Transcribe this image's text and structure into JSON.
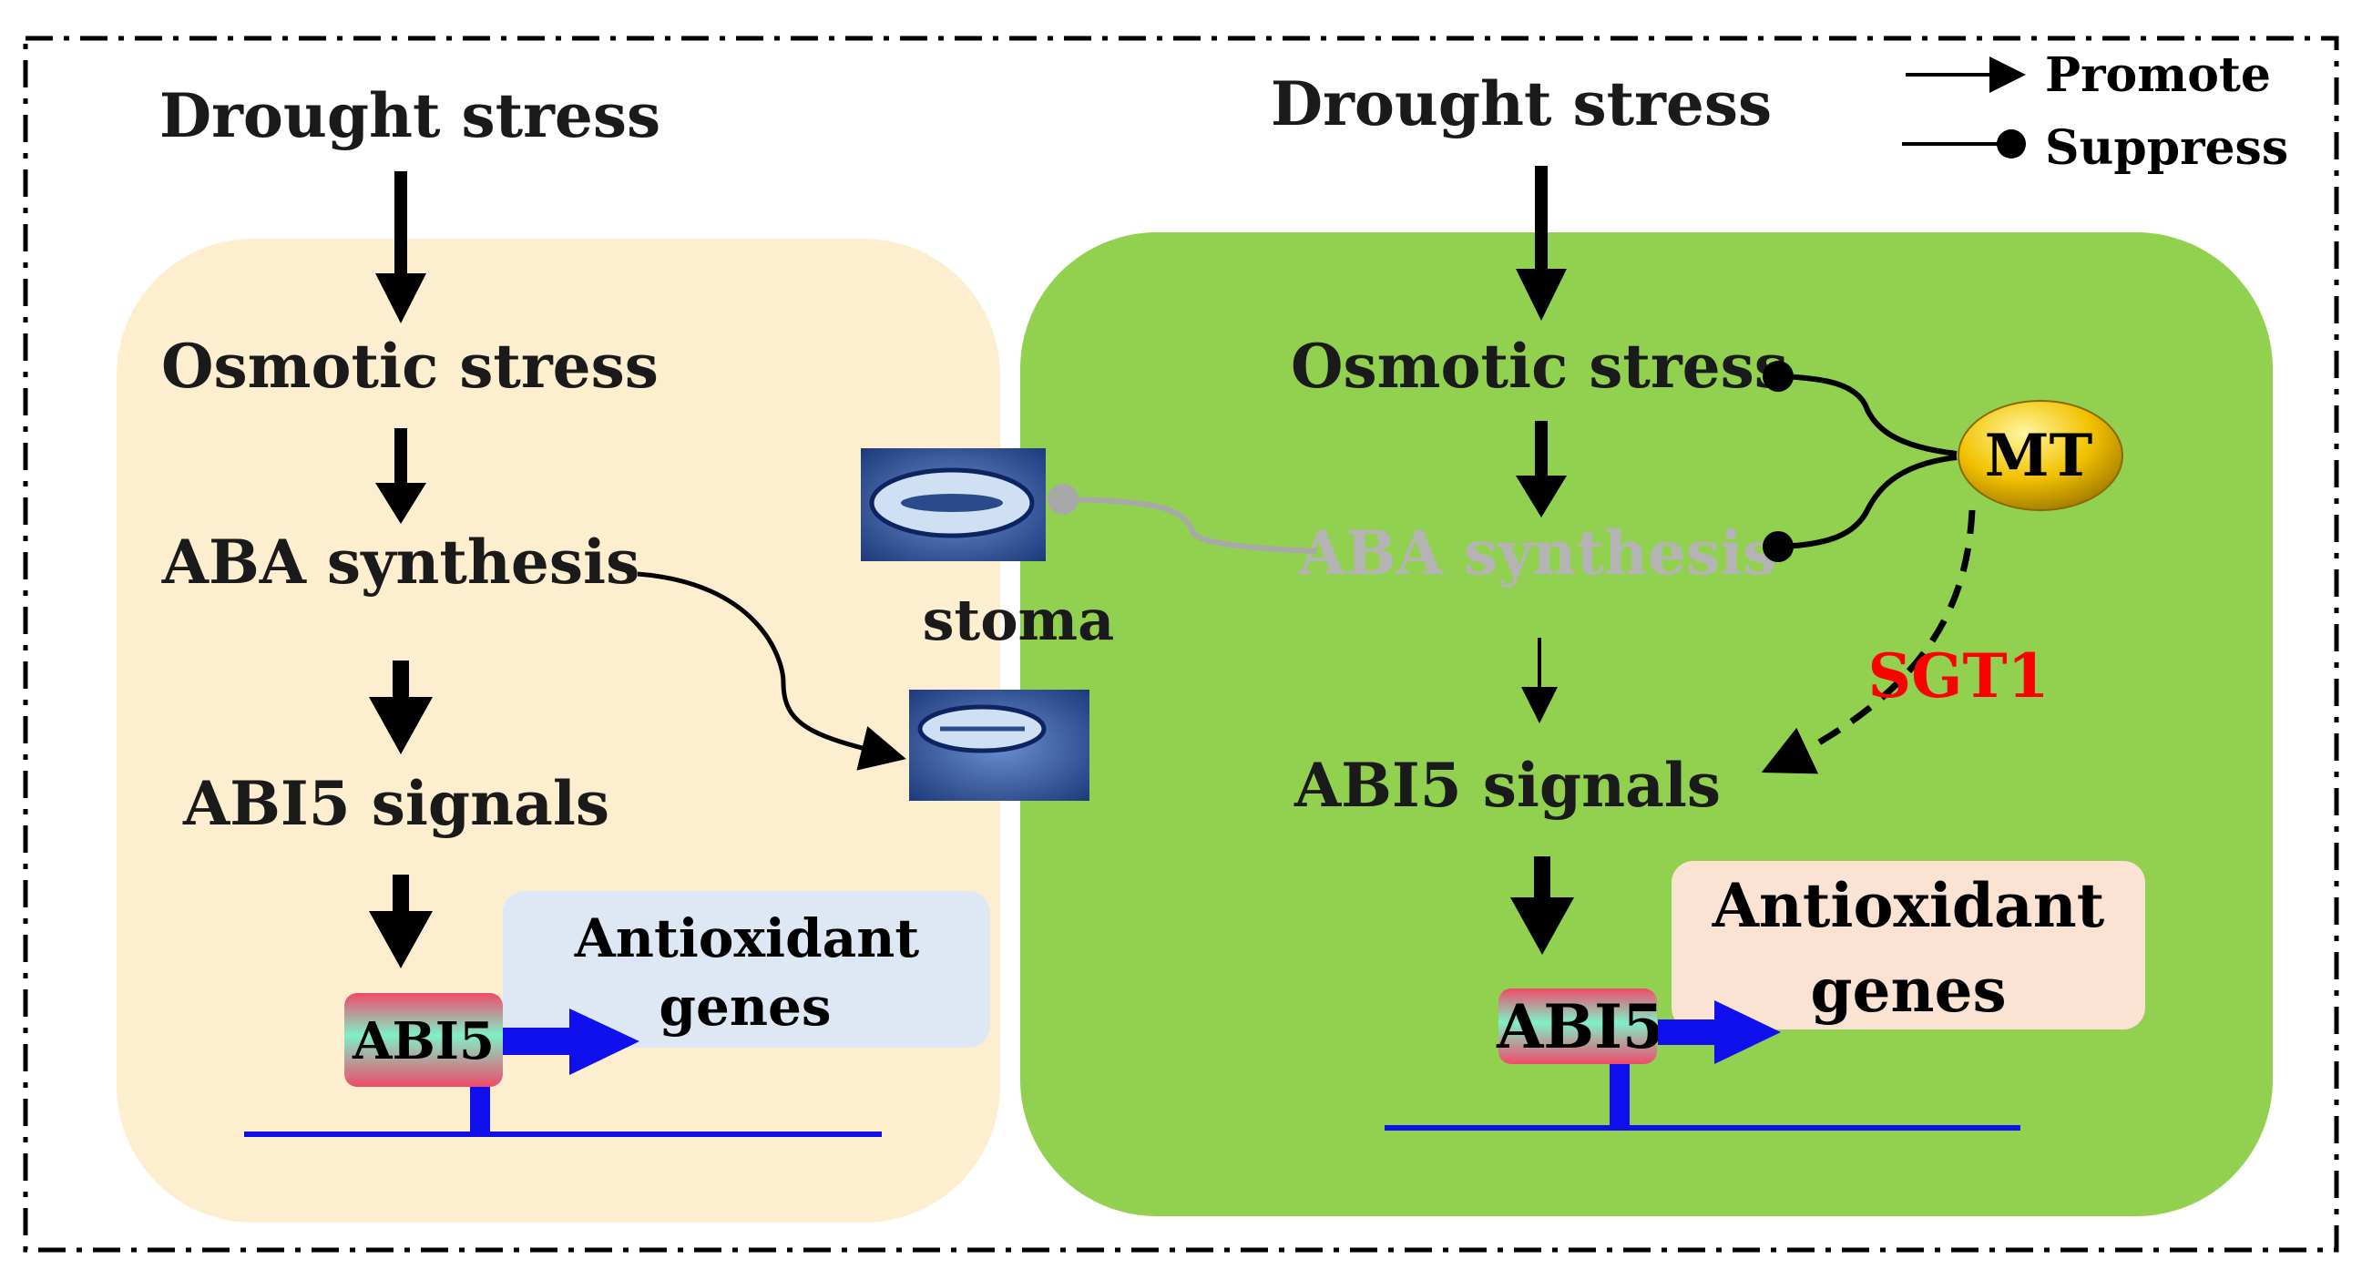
{
  "legend": {
    "promote": "Promote",
    "suppress": "Suppress"
  },
  "left_panel": {
    "drought": "Drought stress",
    "osmotic": "Osmotic stress",
    "aba": "ABA synthesis",
    "abi5_signals": "ABI5 signals",
    "abi5_box": "ABI5",
    "genes_line1": "Antioxidant",
    "genes_line2": "genes"
  },
  "right_panel": {
    "drought": "Drought stress",
    "osmotic": "Osmotic stress",
    "aba": "ABA synthesis",
    "abi5_signals": "ABI5 signals",
    "abi5_box": "ABI5",
    "genes_line1": "Antioxidant",
    "genes_line2": "genes",
    "mt": "MT",
    "sgt1": "SGT1"
  },
  "middle": {
    "stoma": "stoma"
  },
  "colors": {
    "left_panel_bg": "#fdeed0",
    "right_panel_bg": "#92d050",
    "left_genes_box": "#dde8f4",
    "right_genes_box": "#fbe3d3",
    "gene_line": "#1010ee",
    "sgt1_text": "#ff0000",
    "faded_text": "#b4b4b4",
    "mt_fill": "#f2c200"
  }
}
